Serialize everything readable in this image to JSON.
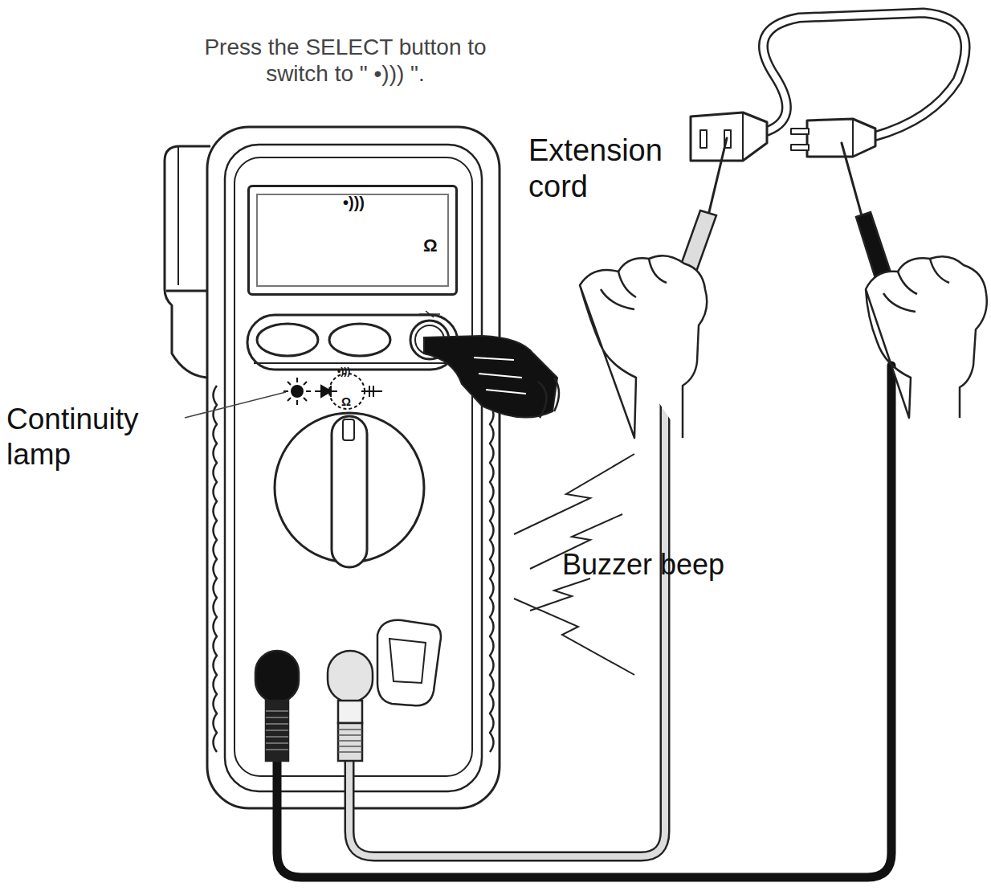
{
  "diagram": {
    "nodes": [
      {
        "text": [
          "•)))",
          "Ω"
        ]
      }
    ],
    "labels": [
      "Press the SELECT button to switch to \" •))) \".",
      "Extension cord",
      "Continuity lamp",
      "Buzzer beep",
      "•)))",
      "Ω"
    ]
  }
}
